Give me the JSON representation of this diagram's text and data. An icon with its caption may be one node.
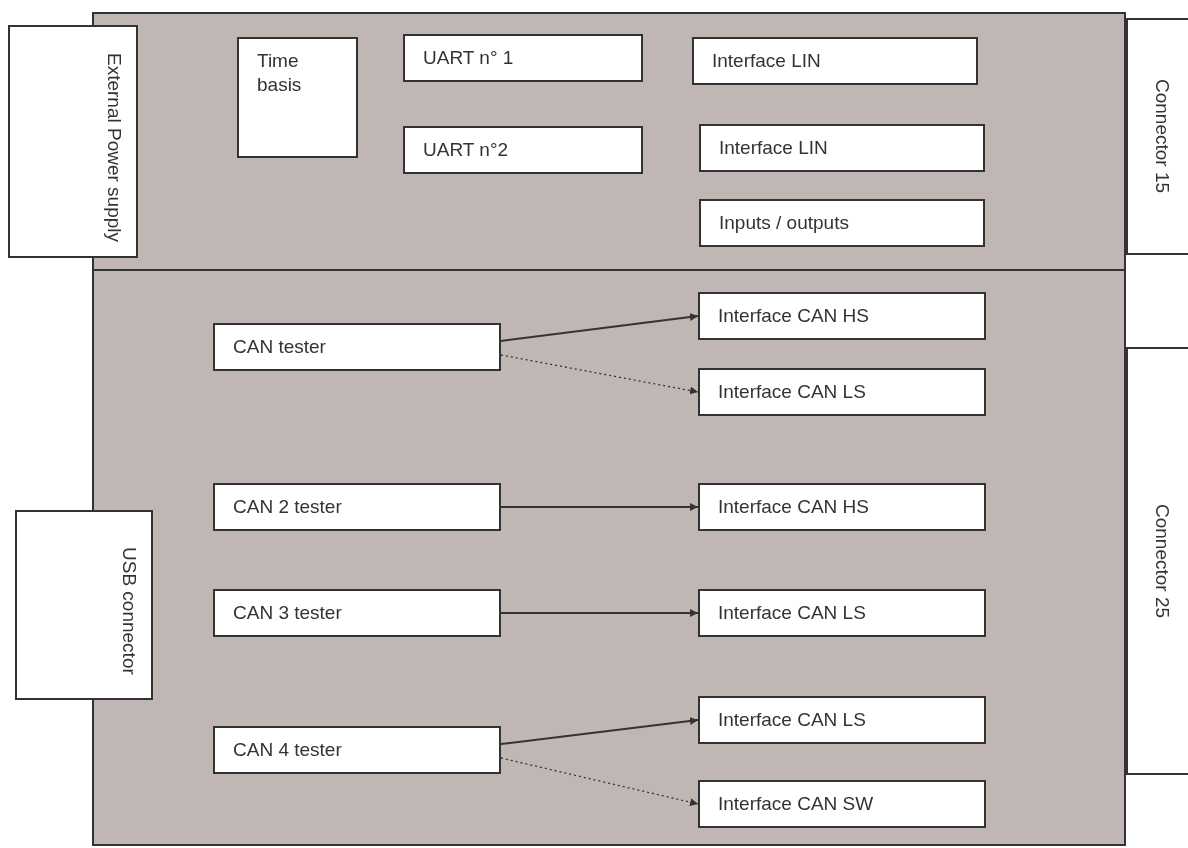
{
  "diagram": {
    "nodes": [
      {
        "text": [],
        "shape": "box"
      },
      {
        "text": [
          "External Power supply"
        ]
      },
      {
        "text": [
          "Time basis"
        ],
        "in": 0
      },
      {
        "text": [
          "UART n° 1"
        ],
        "in": 0
      },
      {
        "text": [
          "UART n°2"
        ],
        "in": 0
      },
      {
        "text": [
          "Interface LIN"
        ],
        "in": 0
      },
      {
        "text": [
          "Interface LIN"
        ],
        "in": 0
      },
      {
        "text": [
          "Inputs / outputs"
        ],
        "in": 0
      },
      {
        "text": [
          "Connector 15"
        ]
      },
      {
        "text": [],
        "shape": "box"
      },
      {
        "text": [
          "USB connector"
        ]
      },
      {
        "text": [
          "CAN tester"
        ],
        "in": 9
      },
      {
        "text": [
          "Interface CAN HS"
        ],
        "in": 9
      },
      {
        "text": [
          "Interface CAN LS"
        ],
        "in": 9
      },
      {
        "text": [
          "CAN 2 tester"
        ],
        "in": 9
      },
      {
        "text": [
          "Interface CAN HS"
        ],
        "in": 9
      },
      {
        "text": [
          "CAN 3 tester"
        ],
        "in": 9
      },
      {
        "text": [
          "Interface CAN LS"
        ],
        "in": 9
      },
      {
        "text": [
          "CAN 4 tester"
        ],
        "in": 9
      },
      {
        "text": [
          "Interface CAN LS"
        ],
        "in": 9
      },
      {
        "text": [
          "Interface CAN SW"
        ],
        "in": 9
      },
      {
        "text": [
          "Connector 25"
        ]
      }
    ],
    "edges": [
      {
        "from": 11,
        "to": 12,
        "arrow": "to"
      },
      {
        "from": 11,
        "to": 13,
        "arrow": "to",
        "style": "dashed"
      },
      {
        "from": 14,
        "to": 15,
        "arrow": "to"
      },
      {
        "from": 16,
        "to": 17,
        "arrow": "to"
      },
      {
        "from": 18,
        "to": 19,
        "arrow": "to"
      },
      {
        "from": 18,
        "to": 20,
        "arrow": "to",
        "style": "dashed"
      }
    ]
  }
}
